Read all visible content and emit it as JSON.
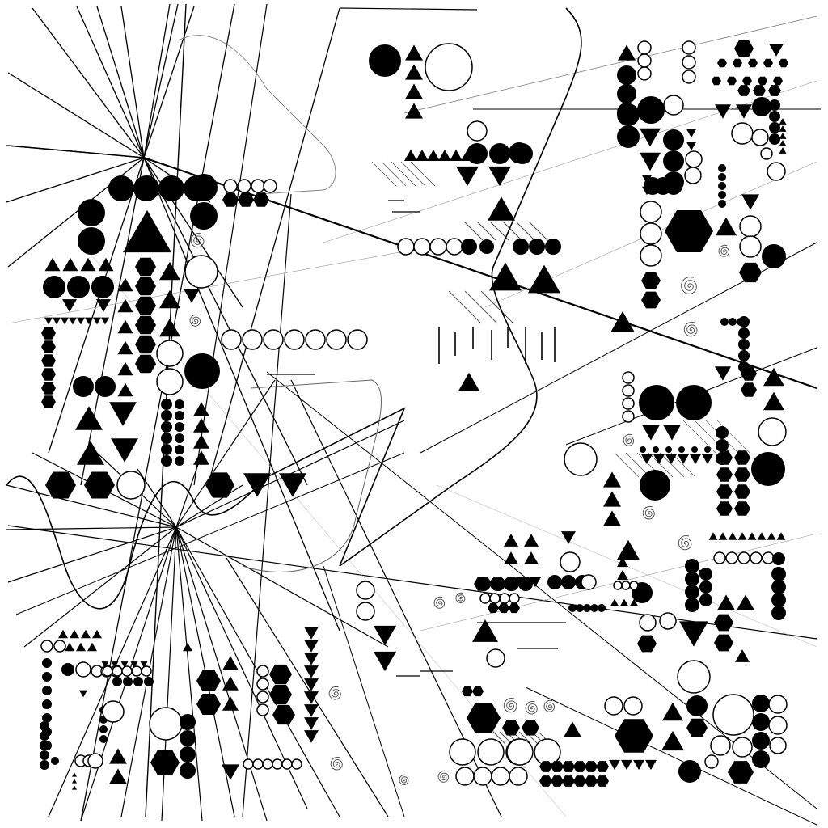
{
  "canvas": {
    "background": "#ffffff",
    "ink": "#000000"
  },
  "shape_vocabulary": [
    "filled-circle",
    "hollow-circle",
    "filled-triangle-up",
    "filled-triangle-down",
    "filled-hexagon",
    "spiral",
    "straight-line",
    "curved-line"
  ],
  "text_visible": []
}
